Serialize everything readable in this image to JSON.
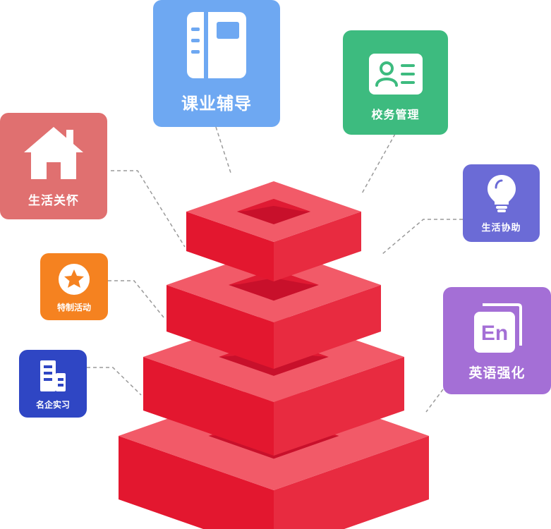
{
  "modules": [
    {
      "id": "homework",
      "label": "课业辅导",
      "color": "#6EA8F2",
      "icon": "notebook-icon"
    },
    {
      "id": "school",
      "label": "校务管理",
      "color": "#3DBB7F",
      "icon": "id-card-icon"
    },
    {
      "id": "life-care",
      "label": "生活关怀",
      "color": "#E07070",
      "icon": "house-icon"
    },
    {
      "id": "life-help",
      "label": "生活协助",
      "color": "#6B6BD6",
      "icon": "lightbulb-icon"
    },
    {
      "id": "activity",
      "label": "特制活动",
      "color": "#F58220",
      "icon": "star-badge-icon"
    },
    {
      "id": "english",
      "label": "英语强化",
      "color": "#A46FD6",
      "icon": "english-book-icon"
    },
    {
      "id": "intern",
      "label": "名企实习",
      "color": "#2F46C4",
      "icon": "building-icon"
    }
  ],
  "english_icon_text": "En",
  "pyramid": {
    "levels": 4,
    "top_color": "#F25A68",
    "left_color": "#E3172F",
    "right_color": "#E82B40",
    "hole_color": "#C8102B"
  }
}
